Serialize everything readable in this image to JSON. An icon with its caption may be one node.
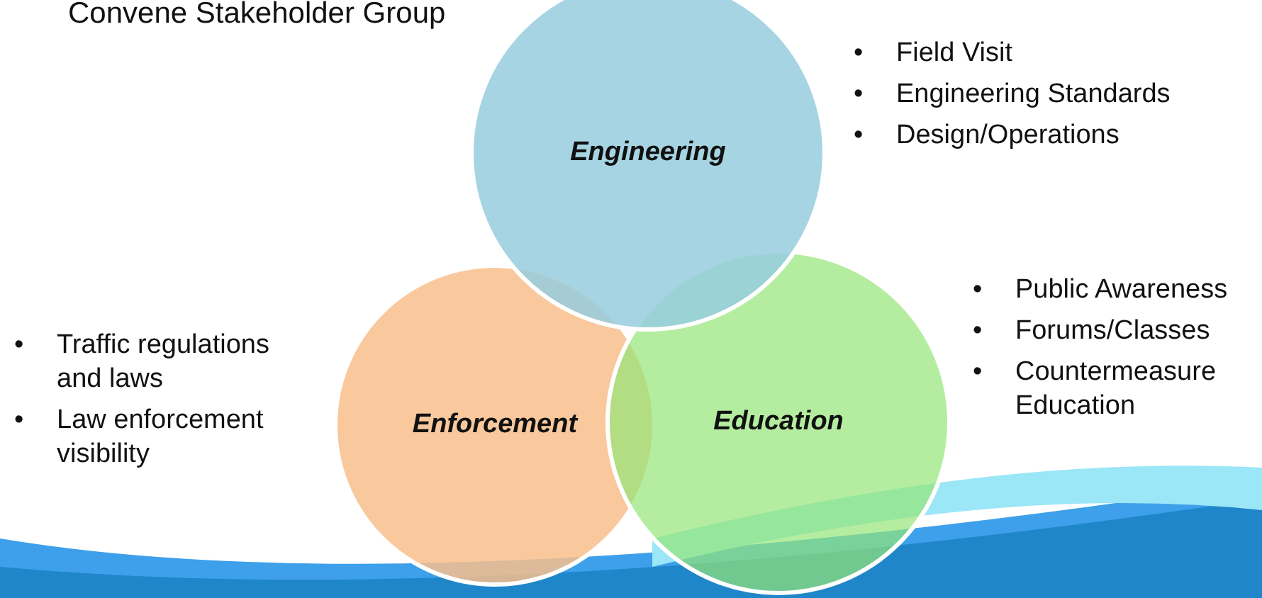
{
  "diagram": {
    "title": "Convene Stakeholder Group",
    "nodes": [
      {
        "text": [
          "Engineering"
        ],
        "beside": [
          "Field Visit",
          "Engineering Standards",
          "Design/Operations"
        ]
      },
      {
        "text": [
          "Enforcement"
        ],
        "beside": [
          "Traffic regulations and laws",
          "Law enforcement visibility"
        ]
      },
      {
        "text": [
          "Education"
        ],
        "beside": [
          "Public Awareness",
          "Forums/Classes",
          "Countermeasure Education"
        ]
      }
    ],
    "edges": [],
    "labels": [
      "•",
      "•",
      "•",
      "•",
      "•",
      "•",
      "•",
      "•"
    ]
  }
}
